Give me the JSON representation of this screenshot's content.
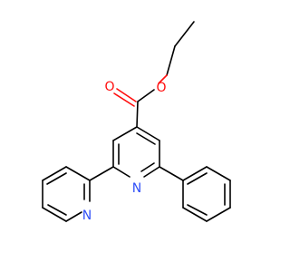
{
  "atoms": {
    "o_carbonyl": "O",
    "o_ester": "O",
    "n_central": "N",
    "n_pyridyl": "N"
  },
  "colors": {
    "oxygen": "#ff0d0d",
    "nitrogen": "#3050f8",
    "bond": "#000000",
    "background": "#ffffff"
  }
}
